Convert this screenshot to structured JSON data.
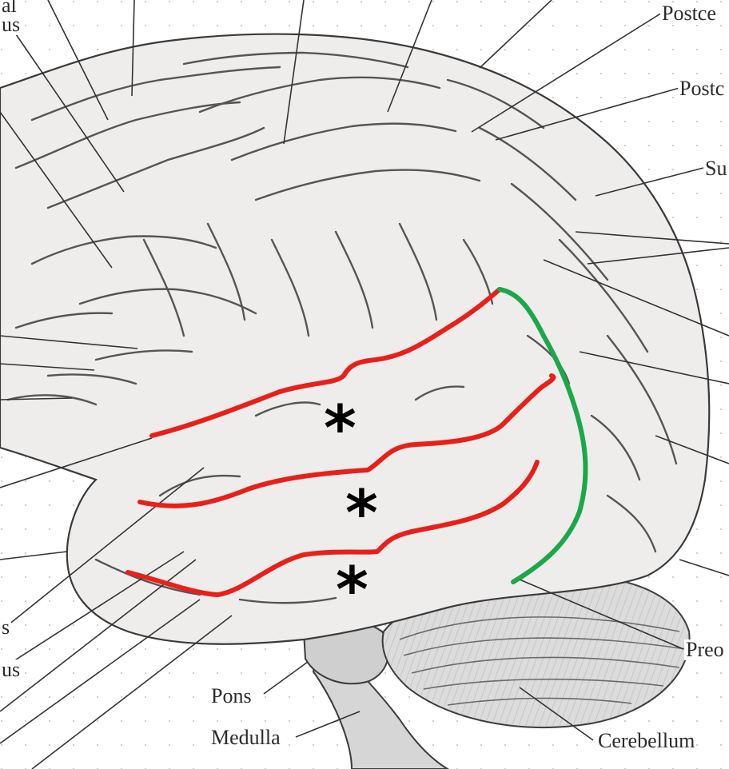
{
  "labels": {
    "top_left_1": "al",
    "top_left_2": "us",
    "top_right_1": "Postce",
    "top_right_2": "Postc",
    "right_su": "Su",
    "bottom_left_1": "s",
    "bottom_left_2": "us",
    "pons": "Pons",
    "medulla": "Medulla",
    "cerebellum": "Cerebellum",
    "preo": "Preo"
  },
  "markers": {
    "asterisk_symbol": "*"
  },
  "colors": {
    "background": "#ffffff",
    "brain_fill": "#efedec",
    "brain_shade": "#dcd9d7",
    "outline": "#3a3a3a",
    "sulcus_line": "#555555",
    "leader_line": "#333333",
    "red_boundary": "#e8201a",
    "green_boundary": "#1aa84a",
    "cerebellum_fill": "#dcdcdc"
  }
}
